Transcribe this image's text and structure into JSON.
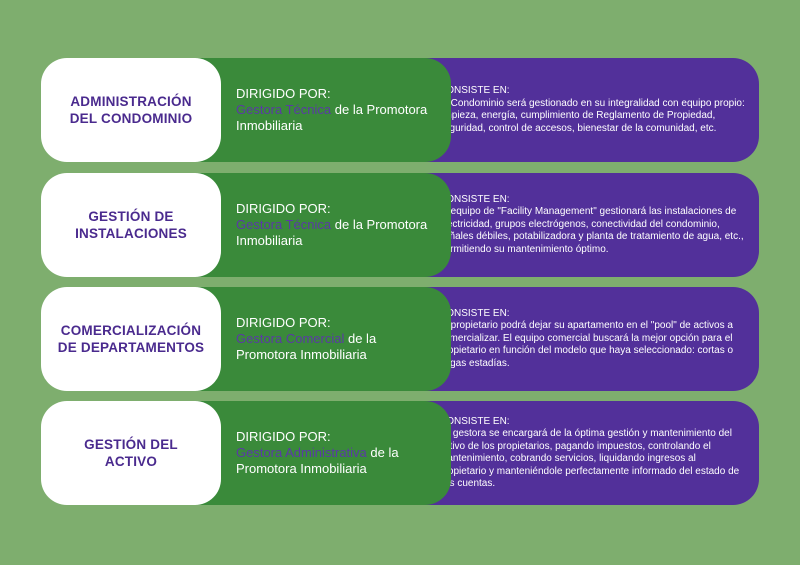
{
  "colors": {
    "background": "#7eae6e",
    "title_box": "#ffffff",
    "title_text": "#4a2a8e",
    "lead_box": "#3a8a3a",
    "role_text": "#5a3aa5",
    "desc_box": "#52309a"
  },
  "rows": [
    {
      "title": "ADMINISTRACIÓN\nDEL CONDOMINIO",
      "lead_label": "DIRIGIDO POR:",
      "role": "Gestora Técnica",
      "lead_rest": " de la Promotora Inmobiliaria",
      "desc_label": "CONSISTE EN:",
      "desc_text": "El Condominio será gestionado en su integralidad con equipo propio: limpieza, energía, cumplimiento de Reglamento de Propiedad, seguridad, control de accesos, bienestar de la comunidad, etc."
    },
    {
      "title": "GESTIÓN DE\nINSTALACIONES",
      "lead_label": "DIRIGIDO POR:",
      "role": "Gestora Técnica",
      "lead_rest": " de la Promotora Inmobiliaria",
      "desc_label": "CONSISTE EN:",
      "desc_text": "El equipo de \"Facility Management\" gestionará las instalaciones de electricidad, grupos electrógenos, conectividad del condominio, señales débiles, potabilizadora y planta de tratamiento de agua, etc., permitiendo su mantenimiento óptimo."
    },
    {
      "title": "COMERCIALIZACIÓN\nDE DEPARTAMENTOS",
      "lead_label": "DIRIGIDO POR:",
      "role": "Gestora Comercial",
      "lead_rest": " de la Promotora Inmobiliaria",
      "desc_label": "CONSISTE EN:",
      "desc_text": "El propietario podrá dejar su apartamento en el \"pool\" de activos a comercializar. El equipo comercial buscará la mejor opción para el propietario en función del modelo que haya seleccionado: cortas o largas estadías."
    },
    {
      "title": "GESTIÓN DEL\nACTIVO",
      "lead_label": "DIRIGIDO POR:",
      "role": "Gestora Administrativa",
      "lead_rest": " de la Promotora Inmobiliaria",
      "desc_label": "CONSISTE EN:",
      "desc_text": "La gestora se encargará de la óptima gestión y mantenimiento del activo de los propietarios, pagando impuestos, controlando el mantenimiento, cobrando servicios, liquidando ingresos al propietario y manteniéndole perfectamente informado del estado de sus cuentas."
    }
  ]
}
